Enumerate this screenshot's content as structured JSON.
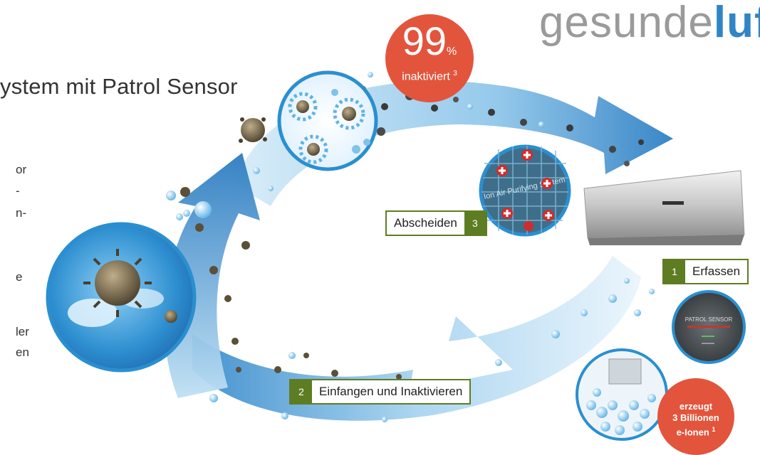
{
  "logo": {
    "text_part": "gesunde",
    "accent_part": "luft"
  },
  "headline": "ystem mit Patrol Sensor",
  "side_text": [
    "or",
    "-",
    "n-",
    "e",
    "ler",
    "en"
  ],
  "stat_badge": {
    "value": "99",
    "unit": "%",
    "label": "inaktiviert",
    "footnote": "3"
  },
  "steps": [
    {
      "number": "1",
      "label": "Erfassen"
    },
    {
      "number": "2",
      "label": "Einfangen und Inaktivieren"
    },
    {
      "number": "3",
      "label": "Abscheiden"
    }
  ],
  "ion_badge": {
    "line1": "erzeugt",
    "line2": "3 Billionen",
    "line3": "e-Ionen",
    "footnote": "1"
  },
  "filter_text": "Ion Air Purifying System",
  "sensor_panel_text": "PATROL SENSOR",
  "colors": {
    "accent_blue": "#2f85c6",
    "badge_red": "#e2553c",
    "label_green": "#5e7d23",
    "logo_grey": "#9a9a9a"
  }
}
